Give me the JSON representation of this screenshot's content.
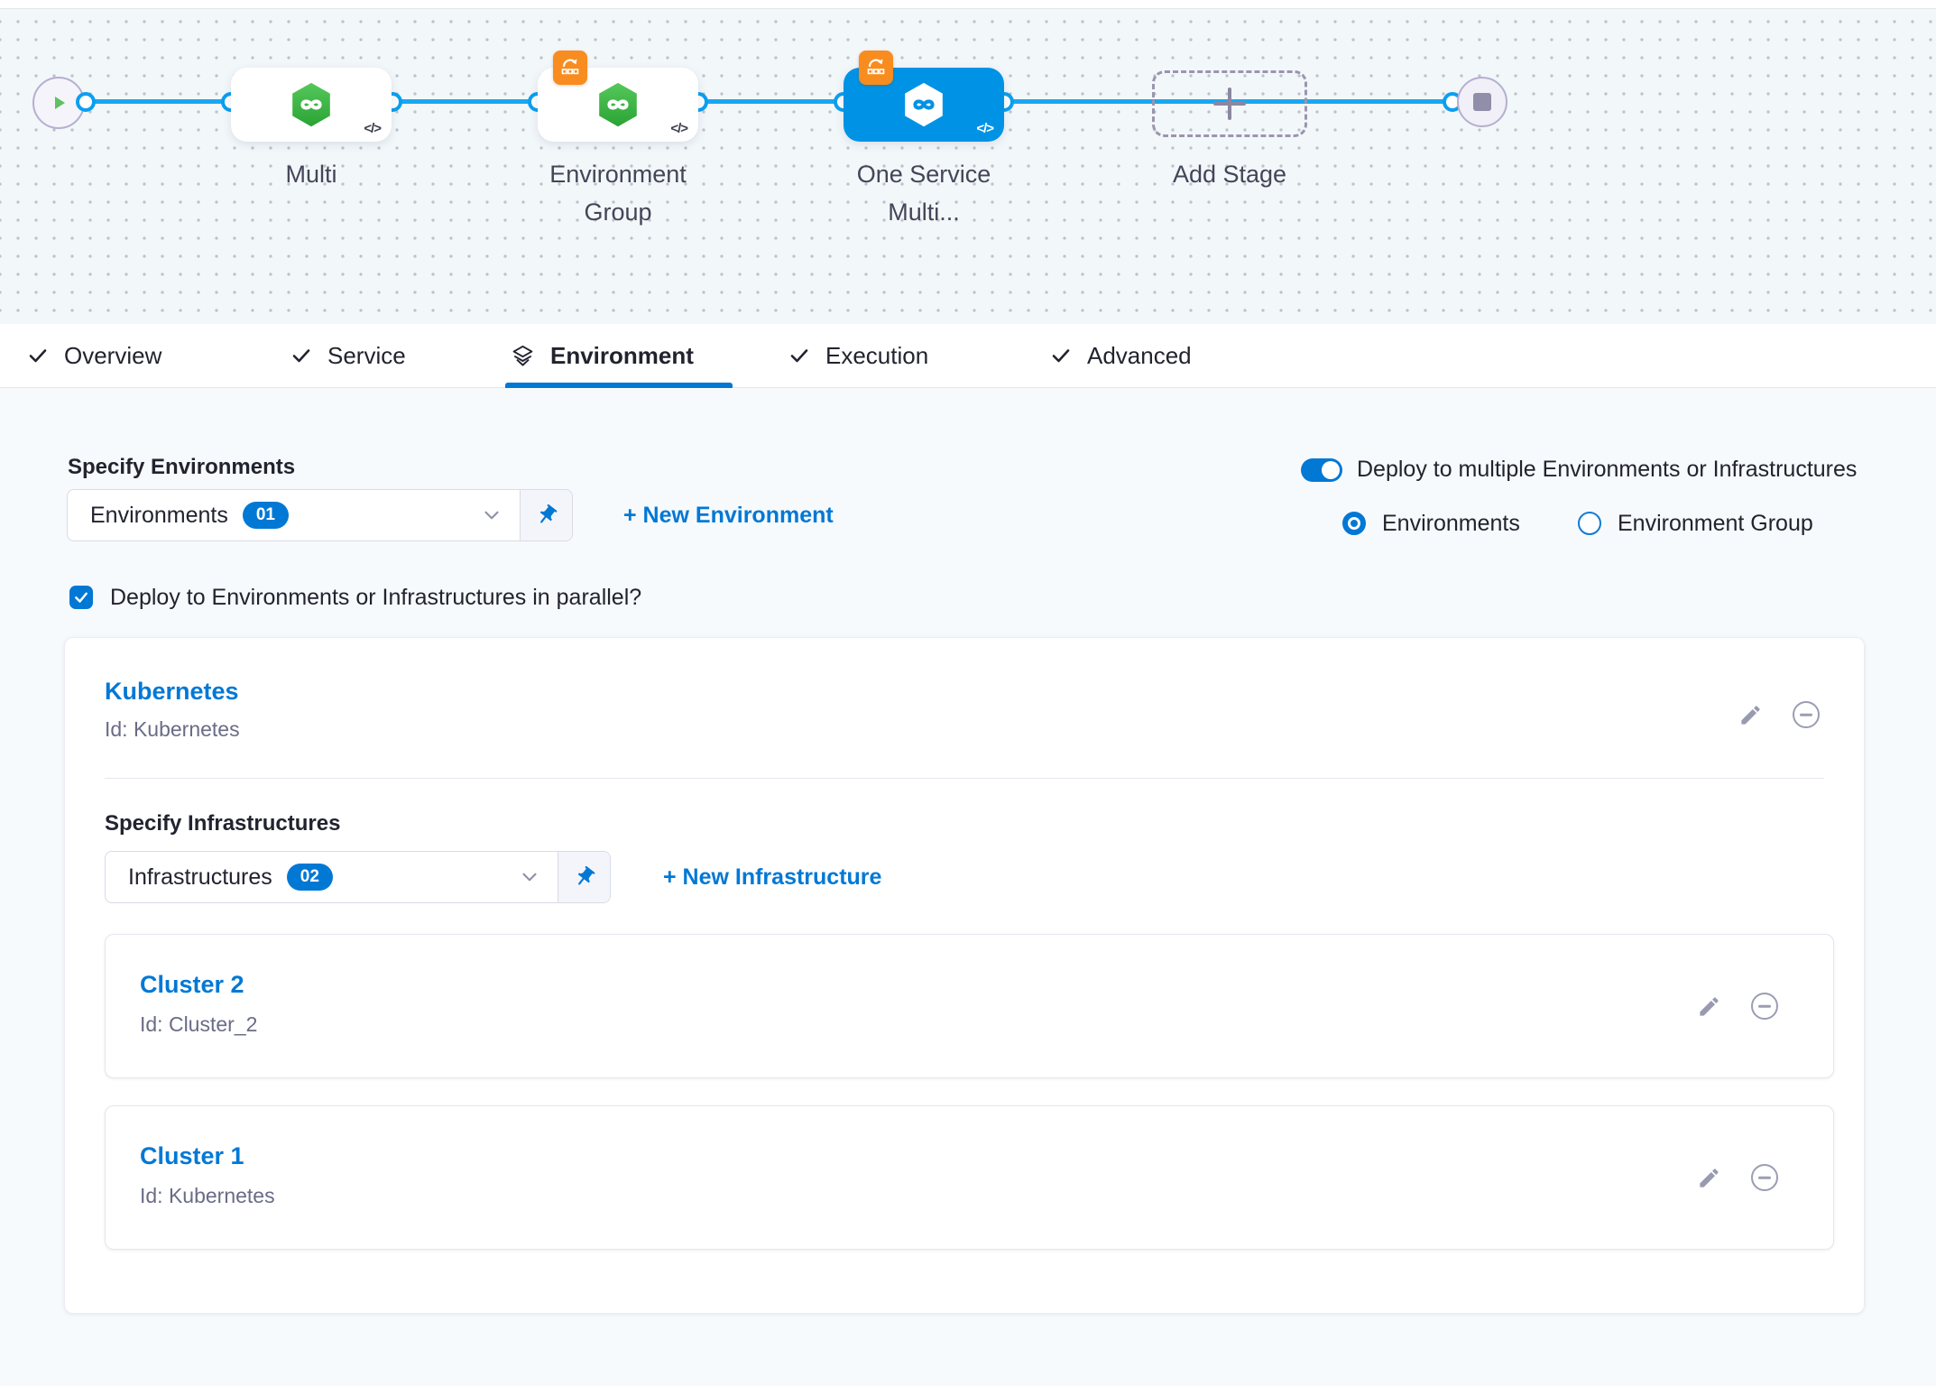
{
  "colors": {
    "accent_blue": "#0278d5",
    "node_selected_blue": "#0092e4",
    "connector_blue": "#18a8f2",
    "badge_orange": "#f88c1f",
    "service_green": "#3db449",
    "canvas_background": "#f2f7fa",
    "content_background": "#f7fafc"
  },
  "canvas": {
    "code_icon": "</>",
    "nodes": [
      {
        "label": "Multi"
      },
      {
        "label": "Environment Group"
      },
      {
        "label": "One Service Multi..."
      }
    ],
    "add_stage_label": "Add Stage"
  },
  "tabs": [
    {
      "label": "Overview"
    },
    {
      "label": "Service"
    },
    {
      "label": "Environment"
    },
    {
      "label": "Execution"
    },
    {
      "label": "Advanced"
    }
  ],
  "environment": {
    "specify_environments_label": "Specify Environments",
    "environments_dropdown": {
      "value": "Environments",
      "count_badge": "01"
    },
    "new_environment_link": "+ New Environment",
    "deploy_multiple_toggle_label": "Deploy to multiple Environments or Infrastructures",
    "radio_environments_label": "Environments",
    "radio_environment_group_label": "Environment Group",
    "parallel_checkbox_label": "Deploy to Environments or Infrastructures in parallel?",
    "environment_card": {
      "title": "Kubernetes",
      "id": "Id: Kubernetes",
      "specify_infrastructures_label": "Specify Infrastructures",
      "infrastructures_dropdown": {
        "value": "Infrastructures",
        "count_badge": "02"
      },
      "new_infrastructure_link": "+ New Infrastructure",
      "infrastructure_cards": [
        {
          "title": "Cluster 2",
          "id": "Id: Cluster_2"
        },
        {
          "title": "Cluster 1",
          "id": "Id: Kubernetes"
        }
      ]
    }
  }
}
